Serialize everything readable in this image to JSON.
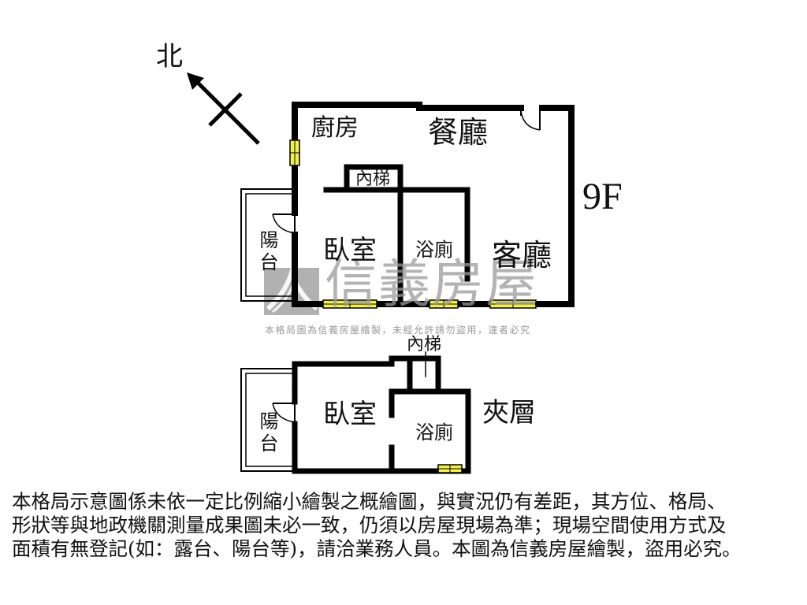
{
  "compass": {
    "north_label": "北"
  },
  "floor_9f": {
    "floor_label": "9F",
    "rooms": {
      "kitchen": "廚房",
      "dining": "餐廳",
      "inner_stairs": "內梯",
      "bedroom": "臥室",
      "bathroom": "浴廁",
      "living": "客廳",
      "balcony": "陽台"
    }
  },
  "mezzanine": {
    "floor_label": "夾層",
    "rooms": {
      "inner_stairs": "內梯",
      "bedroom": "臥室",
      "bathroom": "浴廁",
      "balcony": "陽台"
    }
  },
  "watermark": {
    "brand": "信義房屋",
    "notice": "本格局圖為信義房屋繪製，未經允許請勿盜用，違者必究"
  },
  "disclaimer": {
    "lines": [
      "本格局示意圖係未依一定比例縮小繪製之概繪圖，與實況仍有差距，其方位、格局、",
      "形狀等與地政機關測量成果圖未必一致，仍須以房屋現場為準；現場空間使用方式及",
      "面積有無登記(如：露台、陽台等)，請洽業務人員。本圖為信義房屋繪製，盜用必究。"
    ]
  },
  "colors": {
    "wall": "#000000",
    "window_fill": "#f2f04a",
    "watermark_gray": "#9c9c9c",
    "background": "#ffffff"
  }
}
